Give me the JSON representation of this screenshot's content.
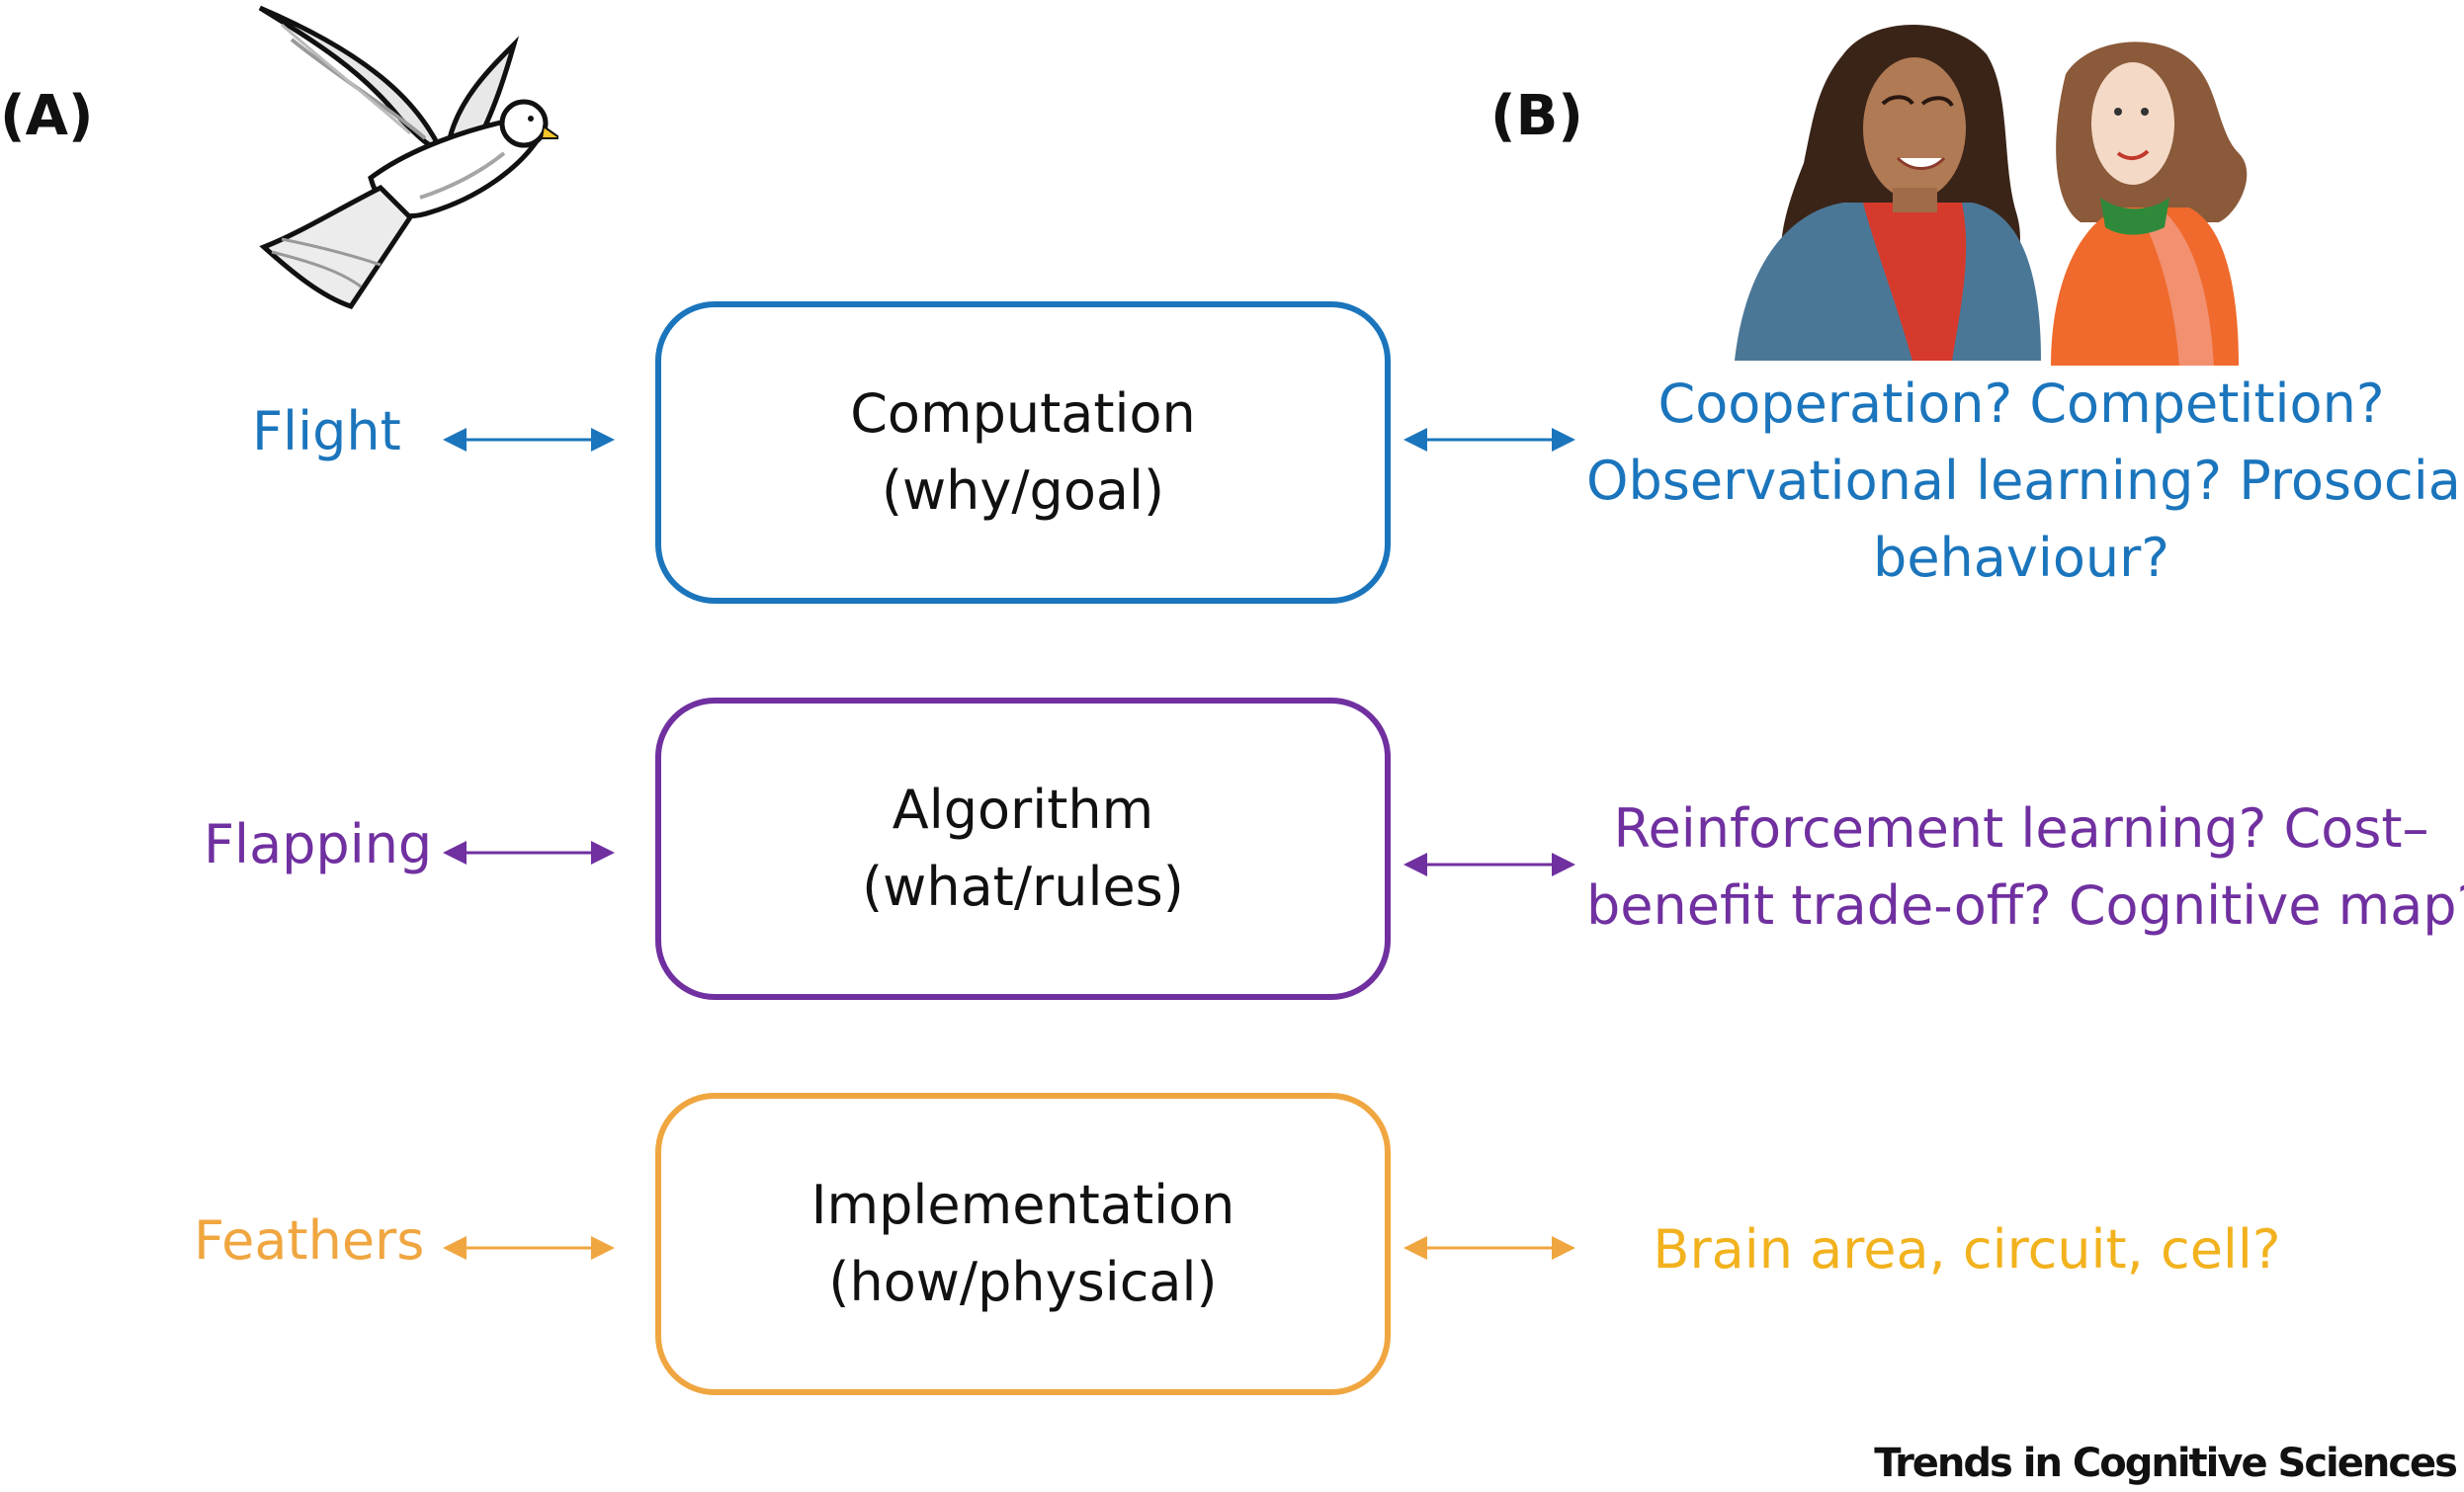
{
  "panels": {
    "a_label": "(A)",
    "b_label": "(B)"
  },
  "levels": [
    {
      "box_title": "Computation",
      "box_subtitle": "(why/goal)",
      "bird_label": "Flight",
      "social_lines": [
        "Cooperation? Competition?",
        "Observational learning? Prosocial",
        "behaviour?"
      ],
      "color": "#1b75bc"
    },
    {
      "box_title": "Algorithm",
      "box_subtitle": "(what/rules)",
      "bird_label": "Flapping",
      "social_lines": [
        "Reinforcement learning? Cost–",
        "benefit trade-off? Cognitive map?"
      ],
      "color": "#7030a0"
    },
    {
      "box_title": "Implementation",
      "box_subtitle": "(how/physical)",
      "bird_label": "Feathers",
      "social_lines": [
        "Brain area, circuit, cell?"
      ],
      "color": "#f0a640",
      "text_color_right": "#f2b21e"
    }
  ],
  "icons": {
    "left": "dove-icon",
    "right": "two-women-icon"
  },
  "footer": "Trends in Cognitive Sciences"
}
